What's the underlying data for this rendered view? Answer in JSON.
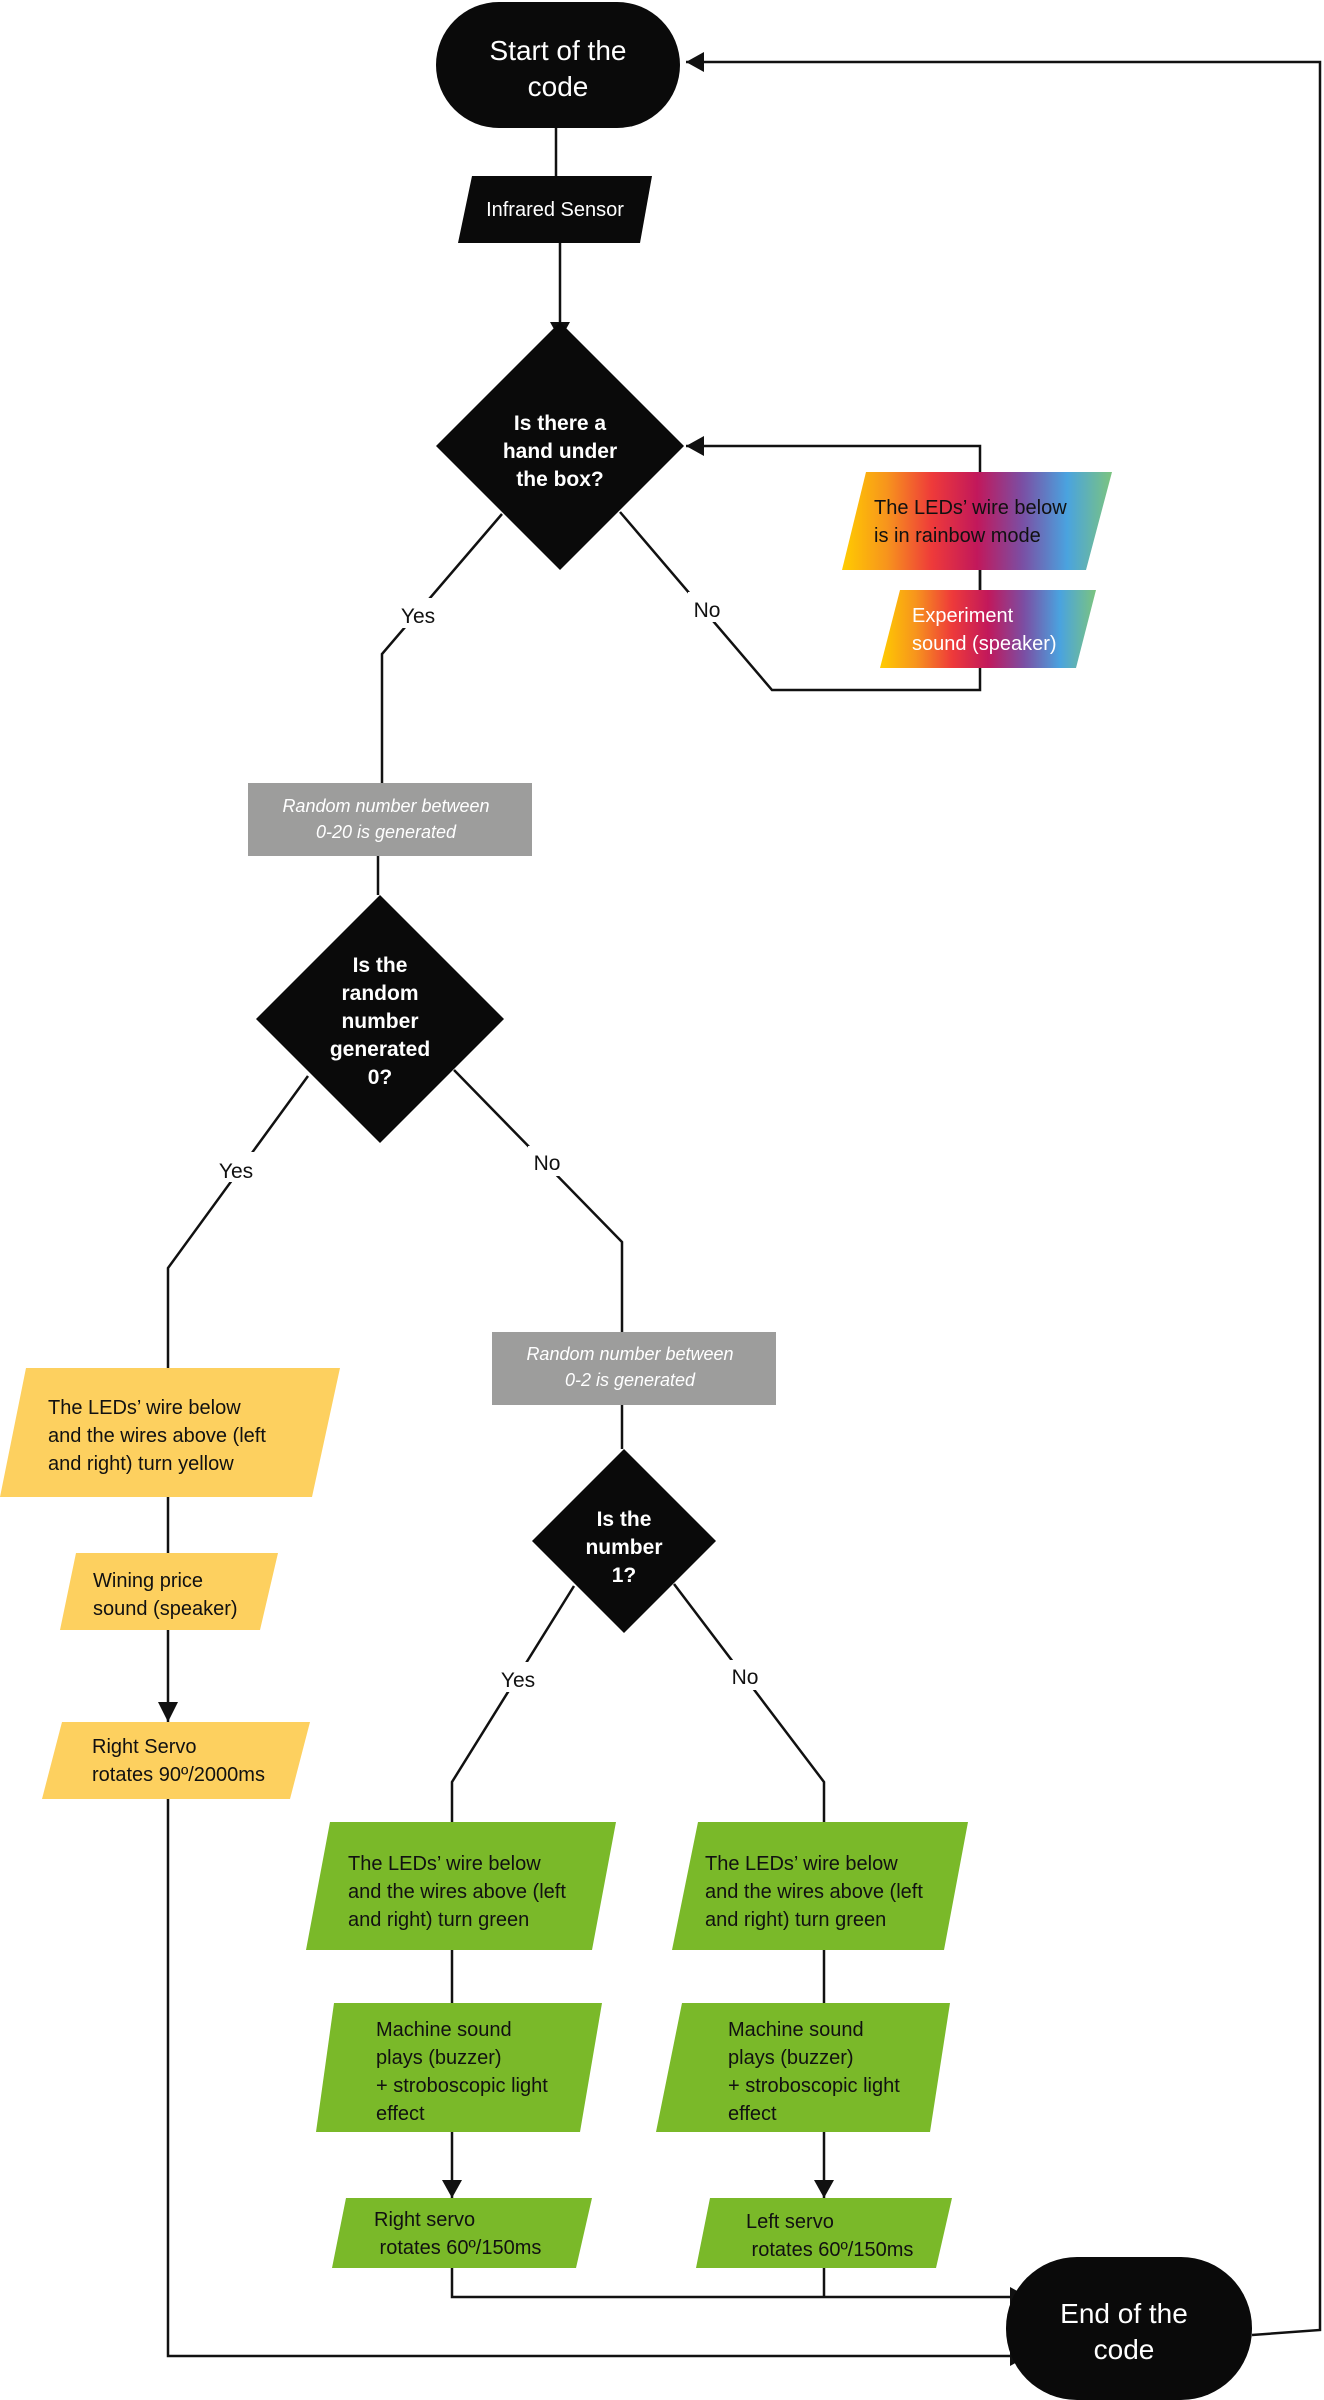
{
  "colors": {
    "terminal": "#0a0a0a",
    "decision": "#0a0a0a",
    "io_black": "#0a0a0a",
    "process_gray": "#9d9d9c",
    "yellow": "#fdd05f",
    "green": "#7ab929",
    "rainbow": [
      "#ffcc00",
      "#f7941d",
      "#ee3a3a",
      "#c2185b",
      "#7b4ea3",
      "#4aa3df",
      "#7bc47f"
    ]
  },
  "nodes": {
    "start": {
      "lines": [
        "Start of the",
        "code"
      ]
    },
    "ir_sensor": {
      "lines": [
        "Infrared Sensor"
      ]
    },
    "hand_check": {
      "lines": [
        "Is there a",
        "hand under",
        "the box?"
      ]
    },
    "rainbow_leds": {
      "lines": [
        "The LEDs’ wire below",
        "is in rainbow mode"
      ]
    },
    "experiment_sound": {
      "lines": [
        "Experiment",
        "sound (speaker)"
      ]
    },
    "random_20": {
      "lines": [
        "Random number between",
        "0-20 is generated"
      ]
    },
    "is_zero": {
      "lines": [
        "Is the",
        "random",
        "number",
        "generated",
        "0?"
      ]
    },
    "yellow_leds": {
      "lines": [
        "The LEDs’ wire below",
        "and the wires above (left",
        "and right) turn yellow"
      ]
    },
    "win_sound": {
      "lines": [
        "Wining price",
        "sound (speaker)"
      ]
    },
    "right_servo_90": {
      "lines": [
        "Right Servo",
        "rotates 90º/2000ms"
      ]
    },
    "random_2": {
      "lines": [
        "Random number between",
        "0-2 is generated"
      ]
    },
    "is_one": {
      "lines": [
        "Is the",
        "number",
        "1?"
      ]
    },
    "green_leds_left": {
      "lines": [
        "The LEDs’ wire below",
        "and the wires above (left",
        "and right) turn green"
      ]
    },
    "machine_left": {
      "lines": [
        "Machine sound",
        "plays (buzzer)",
        "+ stroboscopic light",
        "effect"
      ]
    },
    "right_servo_60": {
      "lines": [
        "Right servo",
        " rotates 60º/150ms"
      ]
    },
    "green_leds_right": {
      "lines": [
        "The LEDs’ wire below",
        "and the wires above (left",
        "and right) turn green"
      ]
    },
    "machine_right": {
      "lines": [
        "Machine sound",
        "plays (buzzer)",
        "+ stroboscopic light",
        "effect"
      ]
    },
    "left_servo_60": {
      "lines": [
        "Left servo",
        " rotates 60º/150ms"
      ]
    },
    "end": {
      "lines": [
        "End of the",
        "code"
      ]
    }
  },
  "edge_labels": {
    "hand_yes": "Yes",
    "hand_no": "No",
    "zero_yes": "Yes",
    "zero_no": "No",
    "one_yes": "Yes",
    "one_no": "No"
  },
  "icons": {
    "arrowhead": "arrow-head-icon"
  }
}
